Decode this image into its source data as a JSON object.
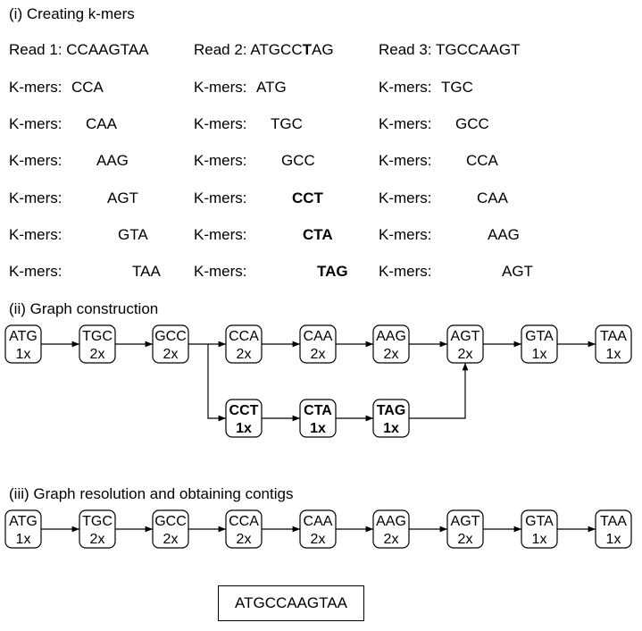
{
  "sections": {
    "creating": "(i) Creating k-mers",
    "graph": "(ii) Graph construction",
    "resolution": "(iii) Graph resolution and obtaining contigs"
  },
  "reads": [
    {
      "prefix": "Read 1: ",
      "seq": "CCAAGTAA",
      "bold_index": -1
    },
    {
      "prefix": "Read 2: ",
      "seq": "ATGCCTAG",
      "bold_index": 5
    },
    {
      "prefix": "Read 3: ",
      "seq": "TGCCAAGT",
      "bold_index": -1
    }
  ],
  "kmer_label": "K-mers:",
  "kmers": [
    [
      {
        "value": "CCA",
        "bold": false
      },
      {
        "value": "CAA",
        "bold": false
      },
      {
        "value": "AAG",
        "bold": false
      },
      {
        "value": "AGT",
        "bold": false
      },
      {
        "value": "GTA",
        "bold": false
      },
      {
        "value": "TAA",
        "bold": false
      }
    ],
    [
      {
        "value": "ATG",
        "bold": false
      },
      {
        "value": "TGC",
        "bold": false
      },
      {
        "value": "GCC",
        "bold": false
      },
      {
        "value": "CCT",
        "bold": true
      },
      {
        "value": "CTA",
        "bold": true
      },
      {
        "value": "TAG",
        "bold": true
      }
    ],
    [
      {
        "value": "TGC",
        "bold": false
      },
      {
        "value": "GCC",
        "bold": false
      },
      {
        "value": "CCA",
        "bold": false
      },
      {
        "value": "CAA",
        "bold": false
      },
      {
        "value": "AAG",
        "bold": false
      },
      {
        "value": "AGT",
        "bold": false
      }
    ]
  ],
  "graph_main": [
    {
      "kmer": "ATG",
      "count": "1x"
    },
    {
      "kmer": "TGC",
      "count": "2x"
    },
    {
      "kmer": "GCC",
      "count": "2x"
    },
    {
      "kmer": "CCA",
      "count": "2x"
    },
    {
      "kmer": "CAA",
      "count": "2x"
    },
    {
      "kmer": "AAG",
      "count": "2x"
    },
    {
      "kmer": "AGT",
      "count": "2x"
    },
    {
      "kmer": "GTA",
      "count": "1x"
    },
    {
      "kmer": "TAA",
      "count": "1x"
    }
  ],
  "graph_branch": [
    {
      "kmer": "CCT",
      "count": "1x"
    },
    {
      "kmer": "CTA",
      "count": "1x"
    },
    {
      "kmer": "TAG",
      "count": "1x"
    }
  ],
  "resolved": [
    {
      "kmer": "ATG",
      "count": "1x"
    },
    {
      "kmer": "TGC",
      "count": "2x"
    },
    {
      "kmer": "GCC",
      "count": "2x"
    },
    {
      "kmer": "CCA",
      "count": "2x"
    },
    {
      "kmer": "CAA",
      "count": "2x"
    },
    {
      "kmer": "AAG",
      "count": "2x"
    },
    {
      "kmer": "AGT",
      "count": "2x"
    },
    {
      "kmer": "GTA",
      "count": "1x"
    },
    {
      "kmer": "TAA",
      "count": "1x"
    }
  ],
  "contig": "ATGCCAAGTAA"
}
